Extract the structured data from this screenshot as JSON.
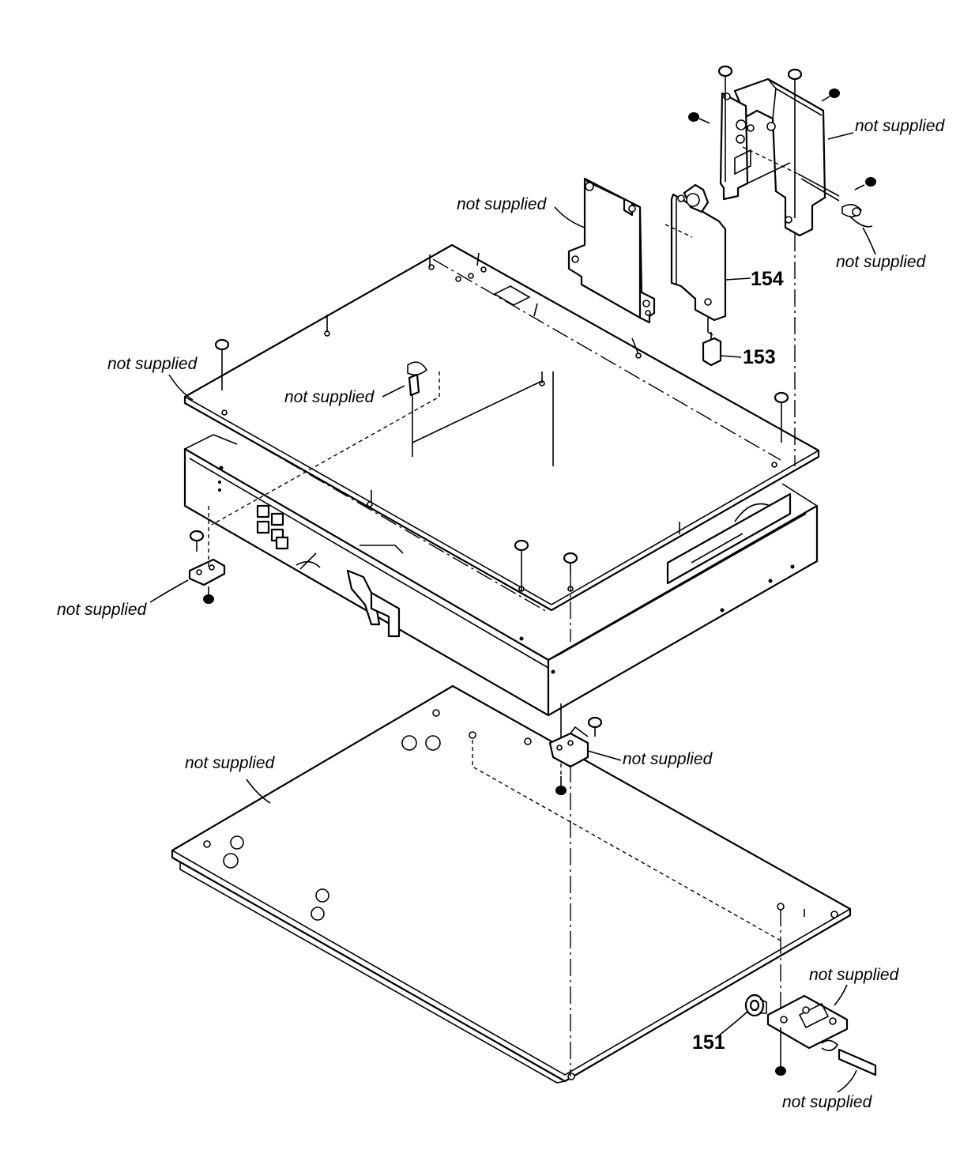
{
  "labels": {
    "not_supplied": "not supplied",
    "part_151": "151",
    "part_153": "153",
    "part_154": "154"
  }
}
